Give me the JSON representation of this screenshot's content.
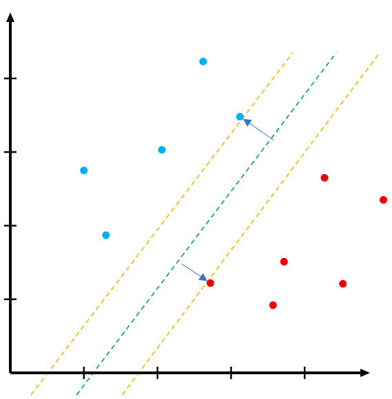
{
  "colors": {
    "background": "#ffffff",
    "axis": "#000000",
    "class_a": "#00b0f0",
    "class_b": "#ee0000",
    "margin_line": "#f0b400",
    "decision_line": "#00a050",
    "support_arrow": "#4472c4"
  },
  "axes": {
    "x_tick_count": 4,
    "y_tick_count": 4
  },
  "chart_data": {
    "type": "scatter",
    "xlim": [
      0,
      5
    ],
    "ylim": [
      0,
      5
    ],
    "series": [
      {
        "class": "class_a",
        "points": [
          [
            1.0,
            2.75
          ],
          [
            1.3,
            1.87
          ],
          [
            2.06,
            3.03
          ],
          [
            2.62,
            4.23
          ],
          [
            3.12,
            3.48
          ]
        ]
      },
      {
        "class": "class_b",
        "points": [
          [
            2.72,
            1.22
          ],
          [
            3.57,
            0.92
          ],
          [
            3.72,
            1.51
          ],
          [
            4.27,
            2.65
          ],
          [
            4.52,
            1.21
          ],
          [
            5.07,
            2.35
          ]
        ]
      }
    ],
    "lines": [
      {
        "role": "margin_upper",
        "style": "dashed",
        "from": [
          0.28,
          -0.3
        ],
        "to": [
          3.84,
          4.35
        ]
      },
      {
        "role": "decision_boundary",
        "style": "dashed",
        "from": [
          0.9,
          -0.3
        ],
        "to": [
          4.43,
          4.35
        ]
      },
      {
        "role": "margin_lower",
        "style": "dashed",
        "from": [
          1.52,
          -0.3
        ],
        "to": [
          5.02,
          4.35
        ]
      }
    ],
    "arrows": [
      {
        "from": [
          3.58,
          3.16
        ],
        "to": [
          3.12,
          3.48
        ]
      },
      {
        "from": [
          2.33,
          1.48
        ],
        "to": [
          2.72,
          1.22
        ]
      }
    ]
  }
}
